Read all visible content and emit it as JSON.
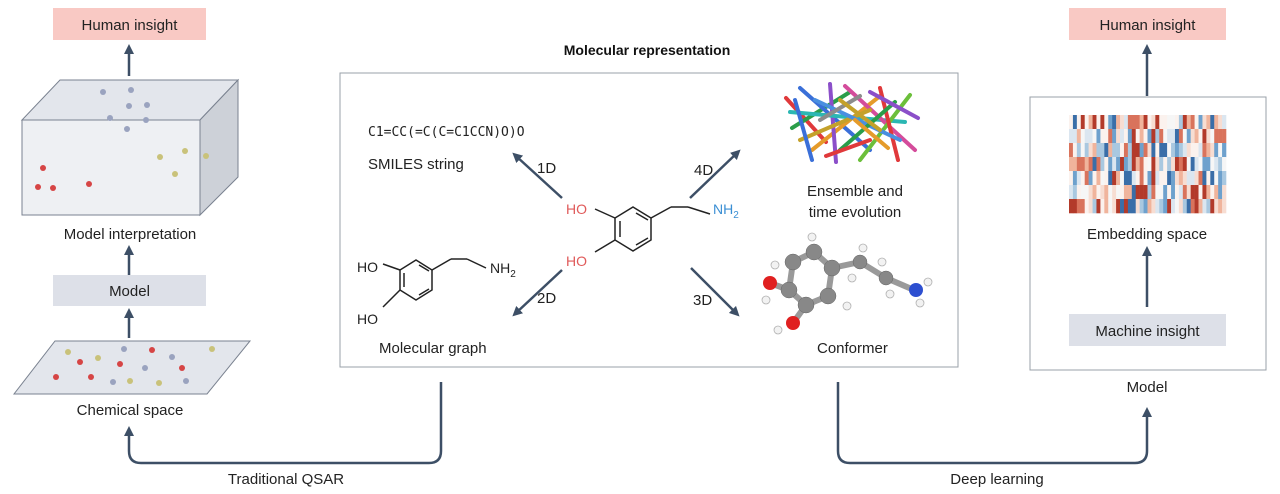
{
  "left_panel": {
    "human_insight": "Human insight",
    "model_interpretation": "Model interpretation",
    "model": "Model",
    "chemical_space": "Chemical space"
  },
  "center_panel": {
    "title": "Molecular representation",
    "smiles": "C1=CC(=C(C=C1CCN)O)O",
    "smiles_label": "SMILES string",
    "label_1d": "1D",
    "label_2d": "2D",
    "label_3d": "3D",
    "label_4d": "4D",
    "molecular_graph": "Molecular graph",
    "conformer": "Conformer",
    "ensemble_line1": "Ensemble and",
    "ensemble_line2": "time evolution",
    "atom_ho": "HO",
    "atom_nh": "NH",
    "atom_sub": "2"
  },
  "right_panel": {
    "human_insight": "Human insight",
    "embedding_space": "Embedding space",
    "machine_insight": "Machine insight",
    "model": "Model"
  },
  "flows": {
    "traditional_qsar": "Traditional QSAR",
    "deep_learning": "Deep learning"
  },
  "colors": {
    "insight_box": "#f9c9c4",
    "model_box": "#dde0e8",
    "arrow": "#3d4f66",
    "oxygen": "#e05a5a",
    "nitrogen": "#3b8fd4"
  },
  "icons": {
    "box": "3d-box-icon",
    "plane": "chemical-plane-icon",
    "ensemble": "conformer-ensemble-icon",
    "ball_stick": "ball-and-stick-icon",
    "heatmap": "embedding-heatmap-icon"
  }
}
